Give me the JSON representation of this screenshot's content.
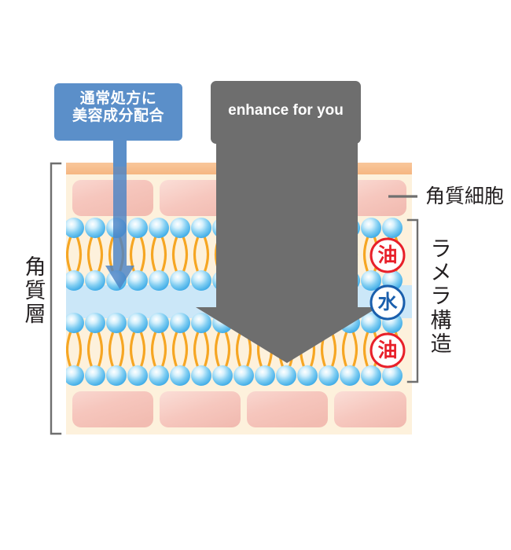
{
  "figure": {
    "title_hidden": "",
    "background_color": "#ffffff"
  },
  "callout": {
    "label_line1": "通常処方に",
    "label_line2": "美容成分配合",
    "text": "通常処方に\n美容成分配合",
    "box_color": "#5b8fc9",
    "text_color": "#ffffff",
    "arrow_color": "#5b8fc9"
  },
  "enhance_arrow": {
    "text": "enhance for you",
    "fill_color": "#6e6e6e",
    "text_color": "#ffffff"
  },
  "labels": {
    "stratum_corneum": "角\n質\n層",
    "stratum_corneum_chars": [
      "角",
      "質",
      "層"
    ],
    "corneocyte": "角質細胞",
    "lamellar_structure": "ラ\nメ\nラ\n構\n造",
    "lamellar_chars": [
      "ラ",
      "メ",
      "ラ",
      "構",
      "造"
    ],
    "text_color": "#231f20",
    "bracket_color": "#6f6f6f",
    "leader_color": "#6f6f6f"
  },
  "skin_diagram": {
    "container_fill": "#fdf1dc",
    "top_band_fill": "#f7bf8e",
    "corneocyte_fill": "#f5c3ba",
    "corneocyte_fill_light": "#f9d4cc",
    "water_layer_fill": "#c9e6f7",
    "lipid_head_color": "#55b9ec",
    "lipid_head_highlight": "#e8f7fd",
    "lipid_tail_color": "#f6a623",
    "heads_per_row": 16,
    "corneocytes_per_row": 4,
    "rows": {
      "top_corneocyte_row": "keratinocyte block row (upper)",
      "bottom_corneocyte_row": "keratinocyte block row (lower)"
    }
  },
  "badges": [
    {
      "text": "油",
      "type": "oil",
      "color": "#e8202a",
      "ring": "#e8202a",
      "fill": "#ffffff"
    },
    {
      "text": "水",
      "type": "water",
      "color": "#1a5fad",
      "ring": "#1a5fad",
      "fill": "#ffffff"
    },
    {
      "text": "油",
      "type": "oil",
      "color": "#e8202a",
      "ring": "#e8202a",
      "fill": "#ffffff"
    }
  ]
}
